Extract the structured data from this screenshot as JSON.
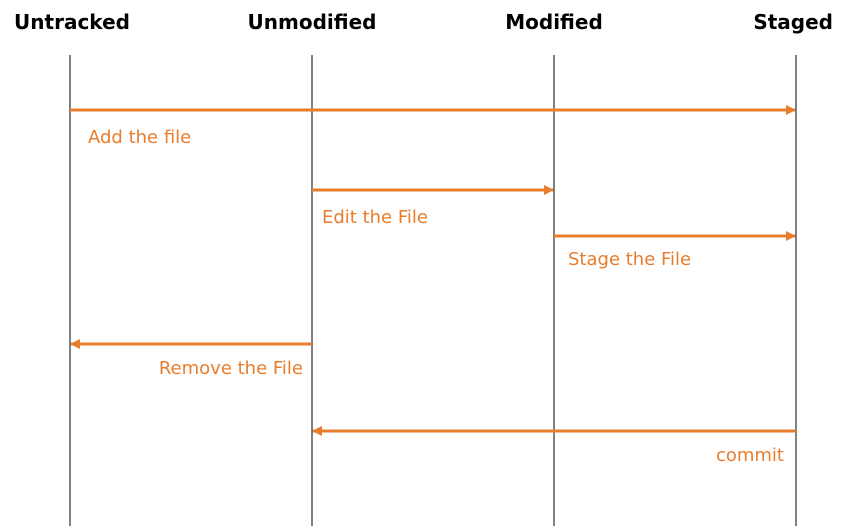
{
  "colors": {
    "lifeline": "#000000",
    "arrow": "#e87d2e",
    "state_text": "#000000",
    "action_text": "#e87d2e"
  },
  "states": [
    {
      "id": "untracked",
      "label": "Untracked"
    },
    {
      "id": "unmodified",
      "label": "Unmodified"
    },
    {
      "id": "modified",
      "label": "Modified"
    },
    {
      "id": "staged",
      "label": "Staged"
    }
  ],
  "transitions": [
    {
      "from": "untracked",
      "to": "staged",
      "label": "Add the file"
    },
    {
      "from": "unmodified",
      "to": "modified",
      "label": "Edit the File"
    },
    {
      "from": "modified",
      "to": "staged",
      "label": "Stage the File"
    },
    {
      "from": "unmodified",
      "to": "untracked",
      "label": "Remove the File"
    },
    {
      "from": "staged",
      "to": "unmodified",
      "label": "commit"
    }
  ]
}
